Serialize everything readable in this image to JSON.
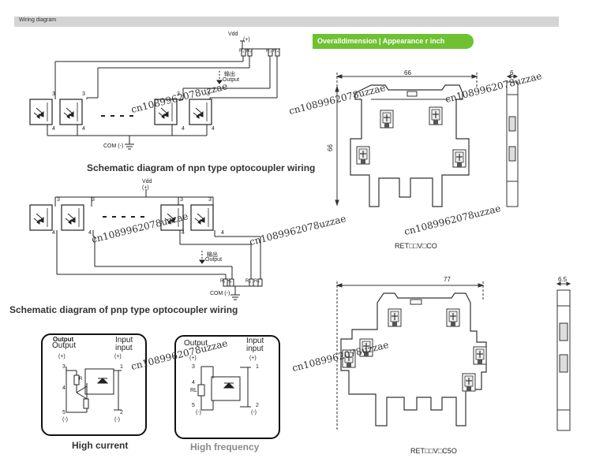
{
  "header": {
    "title": "Wiring diagram"
  },
  "dimension_section": {
    "title": "Overalldimension | Appearance r inch",
    "top": {
      "width": "66",
      "depth": "6",
      "height": "66",
      "model": "RET□□V□CO"
    },
    "bottom": {
      "width": "77",
      "depth": "6.5",
      "model": "RET□□V□C5O"
    }
  },
  "npn": {
    "vdd": "Vdd",
    "plus": "(+)",
    "output_cn": "输出",
    "output_en": "Output",
    "com": "COM (-)",
    "res": [
      "R₁",
      "R₂",
      "R₃",
      "R₄"
    ],
    "pins": {
      "top": "3",
      "bottom": "4"
    },
    "caption": "Schematic diagram of npn type optocoupler wiring"
  },
  "pnp": {
    "vdd": "Vdd",
    "plus": "(+)",
    "output_cn": "输出",
    "output_en": "Output",
    "com": "COM (-)",
    "res": [
      "R₁",
      "R₂",
      "R₃",
      "R₄"
    ],
    "pins": {
      "top": "3",
      "bottom": "4"
    },
    "caption": "Schematic diagram of pnp type optocoupler wiring"
  },
  "high_current": {
    "output_label": "Output",
    "input_label_1": "Input",
    "input_label_2": "input",
    "plus": "(+)",
    "minus": "(-)",
    "resistor": "R",
    "pins": [
      "3",
      "4",
      "5",
      "1",
      "2"
    ],
    "caption": "High current"
  },
  "high_frequency": {
    "output_label": "Output",
    "input_label_1": "Input",
    "input_label_2": "input",
    "plus": "(+)",
    "minus": "(-)",
    "load": "RL",
    "pins": [
      "3",
      "4",
      "5",
      "1",
      "2"
    ],
    "caption": "High frequency"
  },
  "watermarks": [
    "cn1089962078uzzae",
    "cn1089962078uzzae",
    "cn1089962078uzzae",
    "cn1089962078uzzae",
    "cn1089962078uzzae",
    "cn1089962078uzzae",
    "cn1089962078uzzae",
    "cn1089962078uzzae"
  ]
}
